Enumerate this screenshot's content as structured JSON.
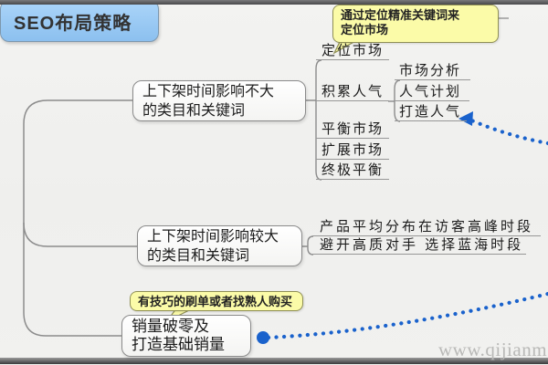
{
  "root": {
    "label": "SEO布局策略"
  },
  "branch1": {
    "line1": "上下架时间影响不大",
    "line2": "的类目和关键词",
    "leaves": [
      "定位市场",
      "积累人气",
      "平衡市场",
      "扩展市场",
      "终极平衡"
    ],
    "subleaves": [
      "市场分析",
      "人气计划",
      "打造人气"
    ]
  },
  "branch2": {
    "line1": "上下架时间影响较大",
    "line2": "的类目和关键词",
    "leaves": [
      "产品平均分布在访客高峰时段",
      "避开高质对手 选择蓝海时段"
    ]
  },
  "branch3": {
    "line1": "销量破零及",
    "line2": "打造基础销量"
  },
  "notes": {
    "note1_line1": "通过定位精准关键词来",
    "note1_line2": "定位市场",
    "note2": "有技巧的刷单或者找熟人购买"
  },
  "watermark": "www.qijianm",
  "colors": {
    "root_node_blue": "#9cc9f2",
    "relationship_blue": "#1a62cc",
    "note_yellow": "#fbfba8",
    "connector_gray": "#8c8c8c"
  }
}
